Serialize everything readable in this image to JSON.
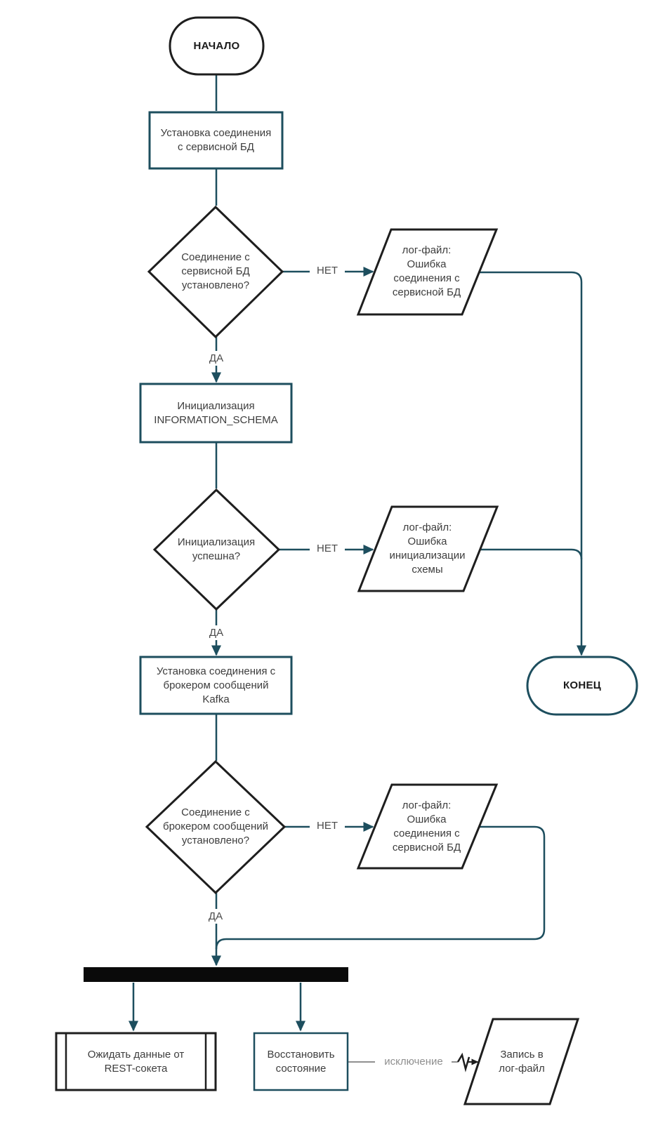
{
  "diagram": {
    "nodes": {
      "start": {
        "label": "НАЧАЛО",
        "type": "terminator"
      },
      "connect_db": {
        "label": "Установка соединения\nс сервисной БД",
        "type": "process"
      },
      "db_check": {
        "label": "Соединение с\nсервисной БД\nустановлено?",
        "type": "decision"
      },
      "log_db_error": {
        "label": "лог-файл:\nОшибка\nсоединения с\nсервисной БД",
        "type": "data"
      },
      "init_schema": {
        "label": "Инициализация\nINFORMATION_SCHEMA",
        "type": "process"
      },
      "init_check": {
        "label": "Инициализация\nуспешна?",
        "type": "decision"
      },
      "log_init_error": {
        "label": "лог-файл:\nОшибка\nинициализации\nсхемы",
        "type": "data"
      },
      "connect_kafka": {
        "label": "Установка соединения с\nброкером сообщений\nKafka",
        "type": "process"
      },
      "kafka_check": {
        "label": "Соединение с\nброкером сообщений\nустановлено?",
        "type": "decision"
      },
      "log_kafka_error": {
        "label": "лог-файл:\nОшибка\nсоединения с\nсервисной БД",
        "type": "data"
      },
      "end": {
        "label": "КОНЕЦ",
        "type": "terminator"
      },
      "wait_rest": {
        "label": "Ожидать данные от\nREST-сокета",
        "type": "predefined-process"
      },
      "restore_state": {
        "label": "Восстановить\nсостояние",
        "type": "process"
      },
      "log_write": {
        "label": "Запись в\nлог-файл",
        "type": "data"
      }
    },
    "edge_labels": {
      "yes": "ДА",
      "no": "НЕТ",
      "exception": "исключение"
    },
    "colors": {
      "connector": "#1d4e5e",
      "process_outline": "#1d4e5e",
      "shape_outline": "#1e1e1e",
      "fork_bar": "#0a0a0a",
      "text": "#3d3d3d",
      "exception_line": "#909090"
    }
  }
}
